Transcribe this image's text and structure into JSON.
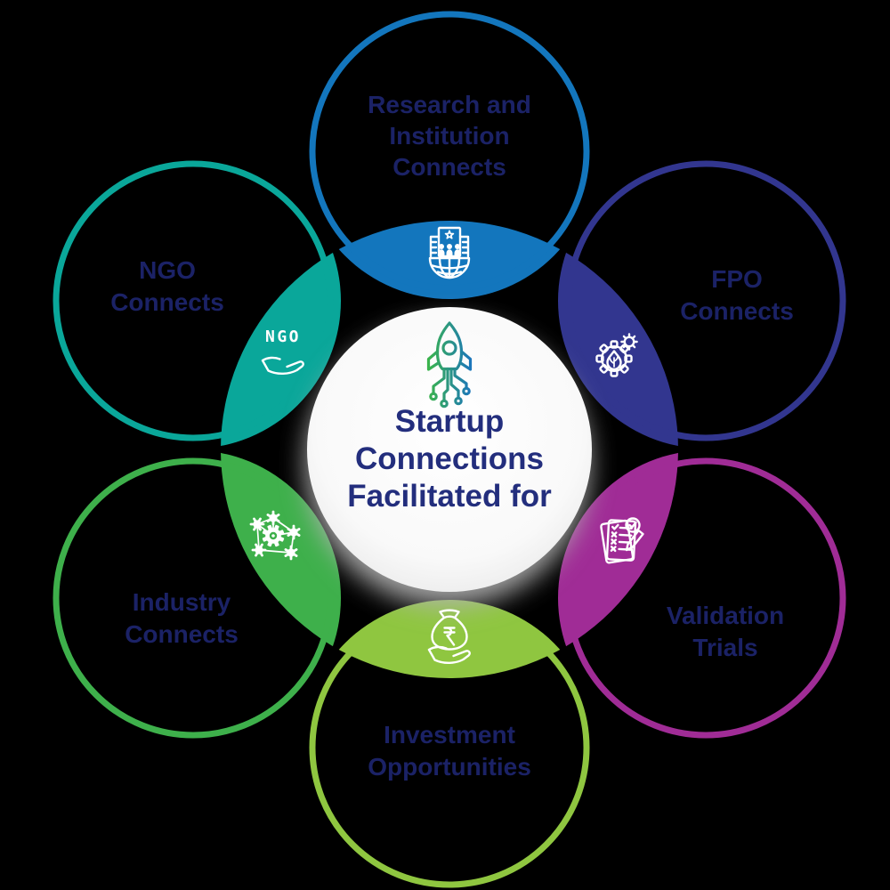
{
  "background": "#000000",
  "center": {
    "icon": "rocket-circuit-icon",
    "icon_gradient": [
      "#3bb54a",
      "#1b75bd"
    ],
    "title_lines": [
      "Startup",
      "Connections",
      "Facilitated for"
    ],
    "text_color": "#232e7d",
    "circle_fill": "#ffffff",
    "shadow_color": "#b3b3b3"
  },
  "label_color": "#1b2266",
  "nodes": [
    {
      "id": "research-institution",
      "position": "top",
      "label_lines": [
        "Research and",
        "Institution",
        "Connects"
      ],
      "color": "#1376bd",
      "icon": "institution-globe-icon"
    },
    {
      "id": "fpo",
      "position": "top-right",
      "label_lines": [
        "FPO",
        "Connects"
      ],
      "color": "#32368f",
      "icon": "agri-gear-leaf-icon"
    },
    {
      "id": "validation-trials",
      "position": "bottom-right",
      "label_lines": [
        "Validation",
        "Trials"
      ],
      "color": "#a02c96",
      "icon": "checklist-pencil-icon"
    },
    {
      "id": "investment",
      "position": "bottom",
      "label_lines": [
        "Investment",
        "Opportunities"
      ],
      "color": "#8fc640",
      "icon": "money-bag-hand-icon"
    },
    {
      "id": "industry",
      "position": "bottom-left",
      "label_lines": [
        "Industry",
        "Connects"
      ],
      "color": "#3eb04b",
      "icon": "gear-network-icon"
    },
    {
      "id": "ngo",
      "position": "top-left",
      "label_lines": [
        "NGO",
        "Connects"
      ],
      "color": "#0aa79a",
      "icon": "ngo-hand-icon",
      "icon_text": "NGO"
    }
  ]
}
